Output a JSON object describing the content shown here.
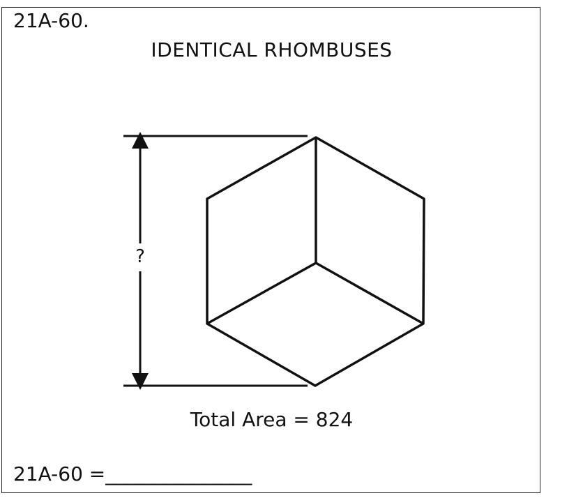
{
  "problem": {
    "id": "21A-60.",
    "title": "IDENTICAL RHOMBUSES",
    "figure": {
      "unknown_label": "?",
      "shape": "hexagon-of-three-rhombuses",
      "stroke_color": "#111111"
    },
    "total_area_label": "Total Area = 824",
    "answer_line": "21A-60 =_______________"
  }
}
